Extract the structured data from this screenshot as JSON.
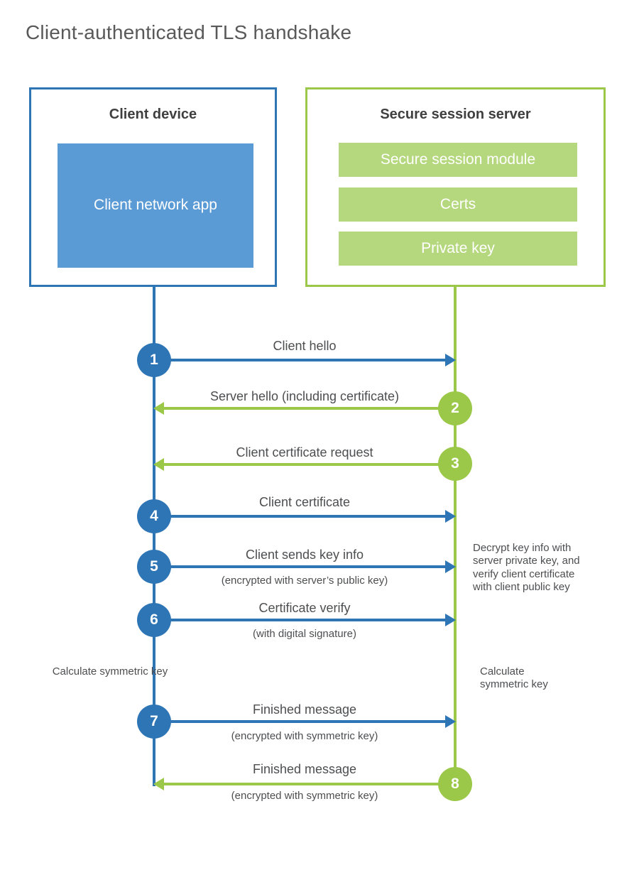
{
  "title": "Client-authenticated TLS handshake",
  "client_box": {
    "title": "Client device",
    "app_label": "Client network app"
  },
  "server_box": {
    "title": "Secure session server",
    "modules": [
      "Secure session module",
      "Certs",
      "Private key"
    ]
  },
  "messages": [
    {
      "num": "1",
      "label": "Client hello",
      "sub": "",
      "from": "client",
      "direction": "right"
    },
    {
      "num": "2",
      "label": "Server hello (including certificate)",
      "sub": "",
      "from": "server",
      "direction": "left"
    },
    {
      "num": "3",
      "label": "Client certificate request",
      "sub": "",
      "from": "server",
      "direction": "left"
    },
    {
      "num": "4",
      "label": "Client certificate",
      "sub": "",
      "from": "client",
      "direction": "right"
    },
    {
      "num": "5",
      "label": "Client sends key info",
      "sub": "(encrypted with server’s public key)",
      "from": "client",
      "direction": "right"
    },
    {
      "num": "6",
      "label": "Certificate verify",
      "sub": "(with digital signature)",
      "from": "client",
      "direction": "right"
    },
    {
      "num": "7",
      "label": "Finished message",
      "sub": "(encrypted with symmetric key)",
      "from": "client",
      "direction": "right"
    },
    {
      "num": "8",
      "label": "Finished message",
      "sub": "(encrypted with symmetric key)",
      "from": "server",
      "direction": "left"
    }
  ],
  "annotations": {
    "decrypt_note": "Decrypt key info with server private key, and verify client certificate with client public key",
    "calculate_left": "Calculate symmetric key",
    "calculate_right": "Calculate symmetric key"
  },
  "colors": {
    "client_blue": "#2e75b6",
    "client_fill_blue": "#5b9bd5",
    "server_green": "#9bc848",
    "server_fill_green": "#b5d77d",
    "text_gray": "#4d4e50",
    "title_gray": "#595959"
  }
}
